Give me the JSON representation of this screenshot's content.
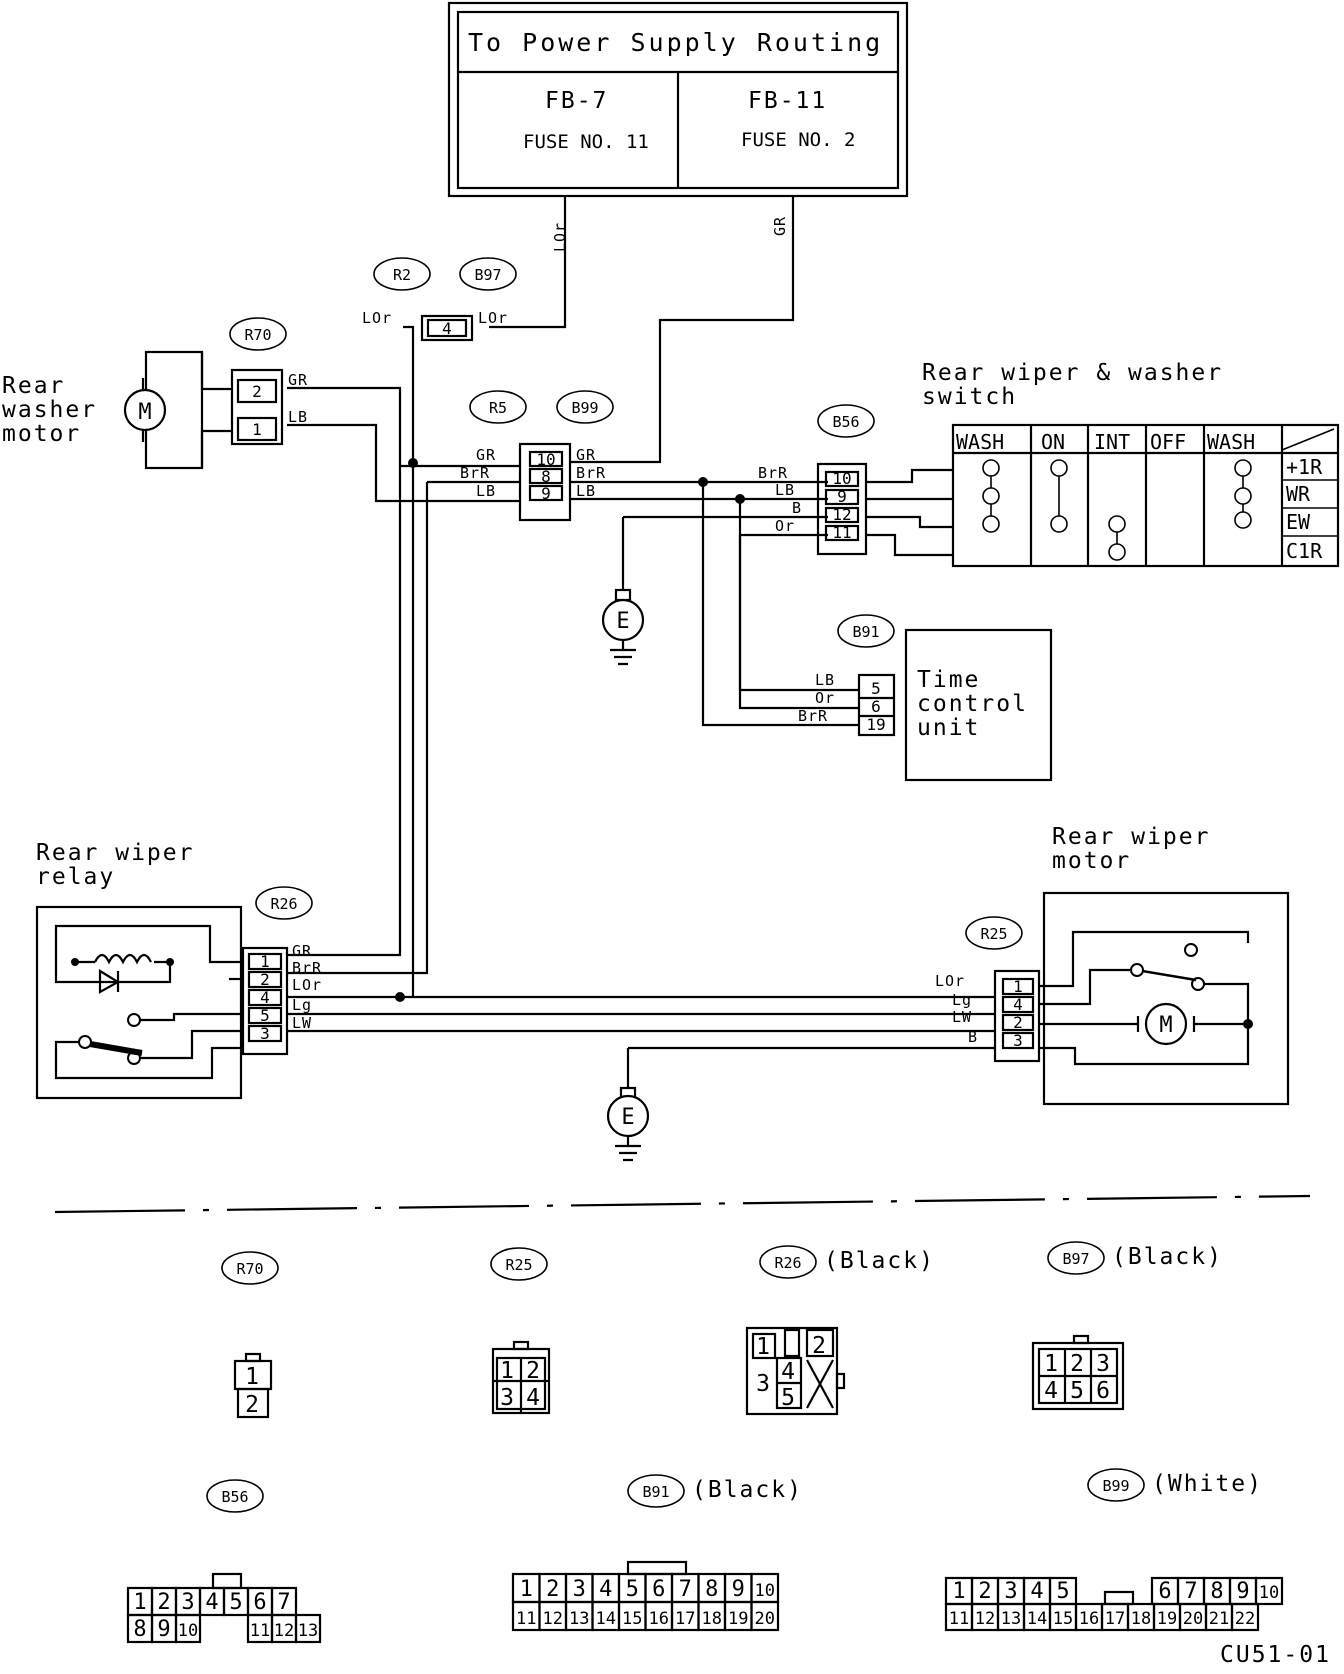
{
  "power": {
    "title": "To Power Supply Routing",
    "fb7": "FB-7",
    "fuse11": "FUSE NO. 11",
    "fb11": "FB-11",
    "fuse2": "FUSE NO. 2"
  },
  "labels": {
    "washer_motor": [
      "Rear",
      "washer",
      "motor"
    ],
    "switch": [
      "Rear wiper & washer",
      "switch"
    ],
    "time_unit": [
      "Time",
      "control",
      "unit"
    ],
    "relay": [
      "Rear wiper",
      "relay"
    ],
    "wiper_motor": [
      "Rear wiper",
      "motor"
    ],
    "motor_symbol": "M",
    "ground": "E",
    "drawing_code": "CU51-01"
  },
  "connectors": {
    "r2": "R2",
    "b97": "B97",
    "r70": "R70",
    "r5": "R5",
    "b99": "B99",
    "b56": "B56",
    "b91": "B91",
    "r26": "R26",
    "r25": "R25"
  },
  "wires": {
    "lor": "LOr",
    "gr": "GR",
    "lb": "LB",
    "brr": "BrR",
    "b": "B",
    "or": "Or",
    "lg": "Lg",
    "lw": "LW"
  },
  "pins": {
    "b97": "4",
    "r70": [
      "2",
      "1"
    ],
    "b99": [
      "10",
      "8",
      "9"
    ],
    "b56": [
      "10",
      "9",
      "12",
      "11"
    ],
    "b91": [
      "5",
      "6",
      "19"
    ],
    "r26": [
      "1",
      "2",
      "4",
      "5",
      "3"
    ],
    "r25": [
      "1",
      "4",
      "2",
      "3"
    ]
  },
  "switch_table": {
    "headers": [
      "WASH",
      "ON",
      "INT",
      "OFF",
      "WASH"
    ],
    "rows": [
      "+1R",
      "WR",
      "EW",
      "C1R"
    ]
  },
  "connector_views": {
    "r70": {
      "tag": "R70",
      "color": "",
      "pins": [
        "1",
        "2"
      ]
    },
    "r25": {
      "tag": "R25",
      "color": "",
      "pins": [
        "1",
        "2",
        "3",
        "4"
      ]
    },
    "r26": {
      "tag": "R26",
      "color": "(Black)",
      "pins": [
        "1",
        "",
        "2",
        "3",
        "4",
        "5"
      ]
    },
    "b97": {
      "tag": "B97",
      "color": "(Black)",
      "pins": [
        "1",
        "2",
        "3",
        "4",
        "5",
        "6"
      ]
    },
    "b56": {
      "tag": "B56",
      "color": "",
      "top": [
        "1",
        "2",
        "3",
        "4",
        "5",
        "6",
        "7"
      ],
      "bottom": [
        "8",
        "9",
        "10",
        "11",
        "12",
        "13"
      ]
    },
    "b91": {
      "tag": "B91",
      "color": "(Black)",
      "top": [
        "1",
        "2",
        "3",
        "4",
        "5",
        "6",
        "7",
        "8",
        "9",
        "10"
      ],
      "bottom": [
        "11",
        "12",
        "13",
        "14",
        "15",
        "16",
        "17",
        "18",
        "19",
        "20"
      ]
    },
    "b99": {
      "tag": "B99",
      "color": "(White)",
      "top": [
        "1",
        "2",
        "3",
        "4",
        "5",
        "6",
        "7",
        "8",
        "9",
        "10"
      ],
      "bottom": [
        "11",
        "12",
        "13",
        "14",
        "15",
        "16",
        "17",
        "18",
        "19",
        "20",
        "21",
        "22"
      ]
    }
  }
}
